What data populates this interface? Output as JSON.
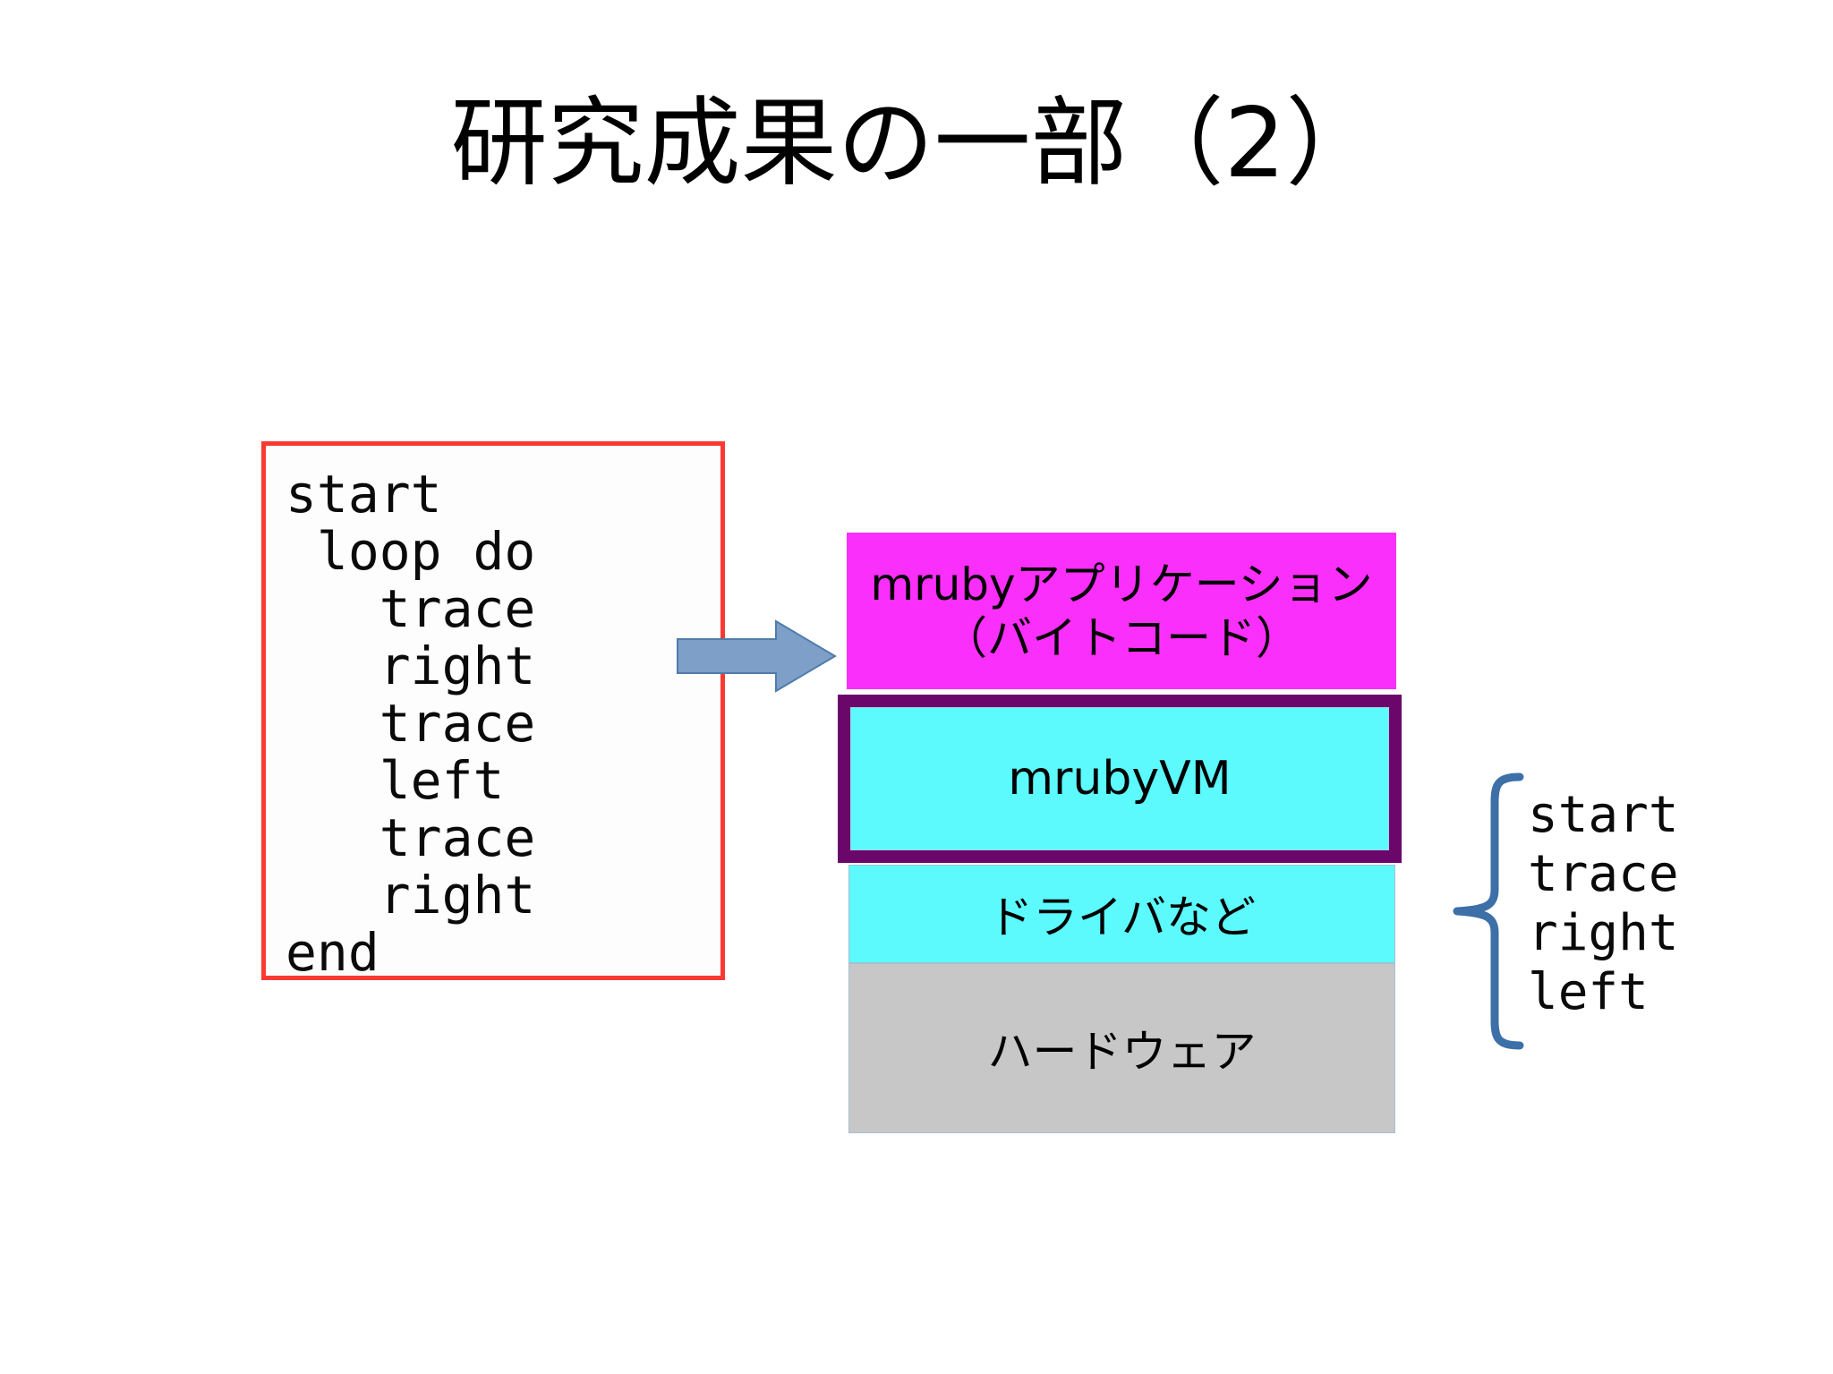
{
  "slide": {
    "title": "研究成果の一部（2）",
    "background_color": "#ffffff"
  },
  "code_panel": {
    "border_color": "#f93a33",
    "background_color": "#fcfdfc",
    "lines": [
      "start",
      " loop do",
      "   trace",
      "   right",
      "   trace",
      "   left",
      "   trace",
      "   right",
      "end"
    ],
    "text": "start\n loop do\n   trace\n   right\n   trace\n   left\n   trace\n   right\nend"
  },
  "arrow": {
    "direction": "right",
    "fill_color": "#7d9fc8",
    "stroke_color": "#4f7cab",
    "name": "compile-arrow"
  },
  "stack": {
    "layers": [
      {
        "id": "application",
        "label": "mrubyアプリケーション（バイトコード）",
        "label_line1": "mrubyアプリケーション",
        "label_line2": "（バイトコード）",
        "fill_color": "#fb2ffb"
      },
      {
        "id": "vm",
        "label": "mrubyVM",
        "fill_color": "#5cf9fd",
        "border_color": "#6b066b"
      },
      {
        "id": "driver",
        "label": "ドライバなど",
        "fill_color": "#5cf9fd"
      },
      {
        "id": "hardware",
        "label": "ハードウェア",
        "fill_color": "#c7c7c7"
      }
    ]
  },
  "annotation": {
    "brace_color": "#3d6fa8",
    "lines": [
      "start",
      "trace",
      "right",
      "left"
    ],
    "text": "start\ntrace\nright\nleft"
  }
}
